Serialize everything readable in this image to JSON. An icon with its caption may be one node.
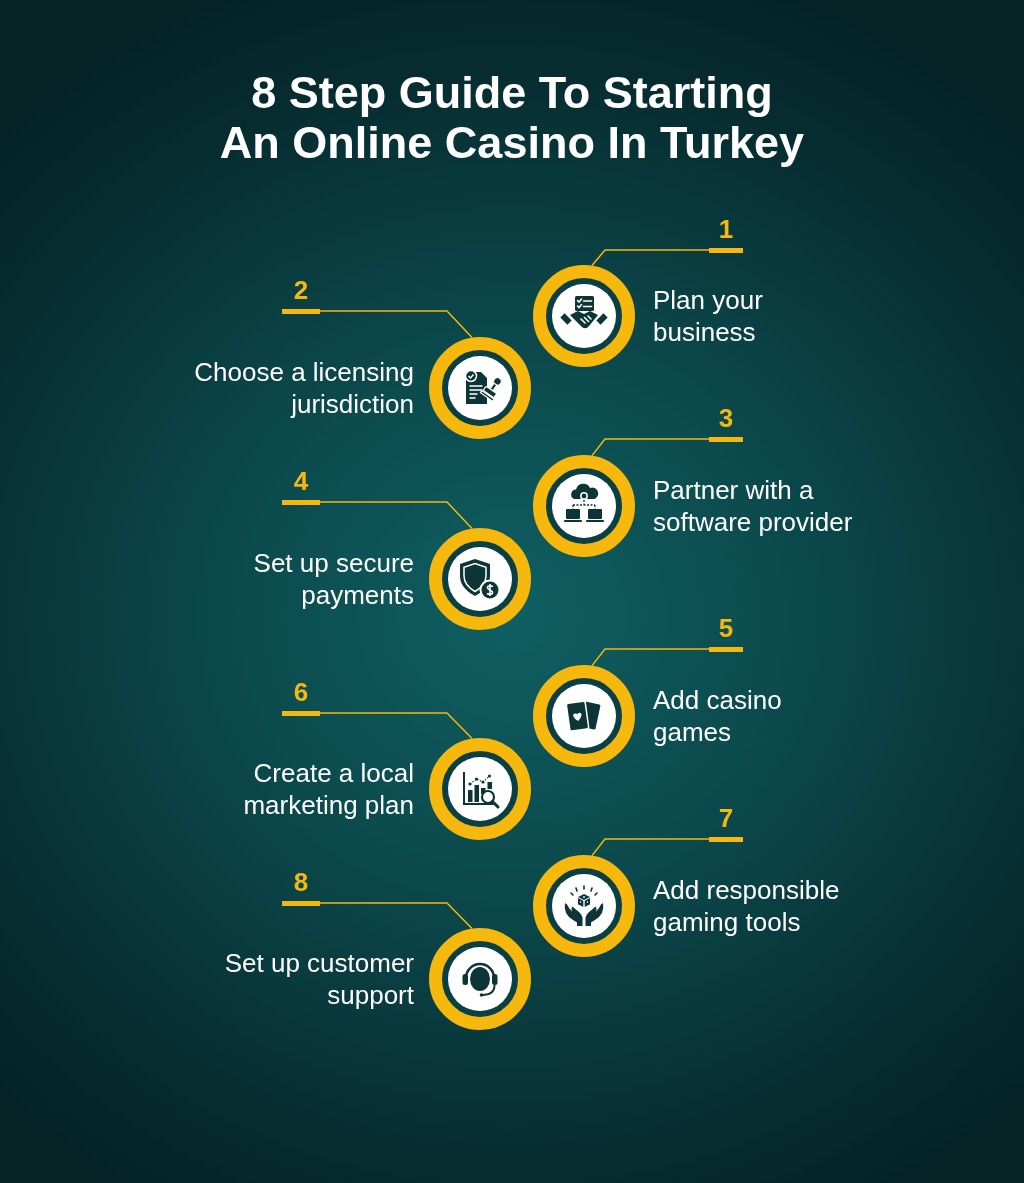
{
  "diagram": {
    "title": "8 Step Guide To Starting An Online Casino In Turkey",
    "nodes": [
      {
        "text": [
          "1"
        ]
      },
      {
        "text": [],
        "shape": "circle",
        "beside": [
          "Plan your business"
        ]
      },
      {
        "text": [
          "2"
        ]
      },
      {
        "text": [],
        "shape": "circle",
        "beside": [
          "Choose a licensing jurisdiction"
        ]
      },
      {
        "text": [
          "3"
        ]
      },
      {
        "text": [],
        "shape": "circle",
        "beside": [
          "Partner with a software provider"
        ]
      },
      {
        "text": [
          "4"
        ]
      },
      {
        "text": [],
        "shape": "circle",
        "beside": [
          "Set up secure payments"
        ]
      },
      {
        "text": [
          "5"
        ]
      },
      {
        "text": [],
        "shape": "circle",
        "beside": [
          "Add casino games"
        ]
      },
      {
        "text": [
          "6"
        ]
      },
      {
        "text": [],
        "shape": "circle",
        "beside": [
          "Create a local marketing plan"
        ]
      },
      {
        "text": [
          "7"
        ]
      },
      {
        "text": [],
        "shape": "circle",
        "beside": [
          "Add responsible gaming tools"
        ]
      },
      {
        "text": [
          "8"
        ]
      },
      {
        "text": [],
        "shape": "circle",
        "beside": [
          "Set up customer support"
        ]
      }
    ],
    "edges": [
      {
        "from": 0,
        "to": 1,
        "arrow": "none"
      },
      {
        "from": 2,
        "to": 3,
        "arrow": "none"
      },
      {
        "from": 4,
        "to": 5,
        "arrow": "none"
      },
      {
        "from": 6,
        "to": 7,
        "arrow": "none"
      },
      {
        "from": 8,
        "to": 9,
        "arrow": "none"
      },
      {
        "from": 10,
        "to": 11,
        "arrow": "none"
      },
      {
        "from": 12,
        "to": 13,
        "arrow": "none"
      },
      {
        "from": 14,
        "to": 15,
        "arrow": "none"
      }
    ]
  }
}
